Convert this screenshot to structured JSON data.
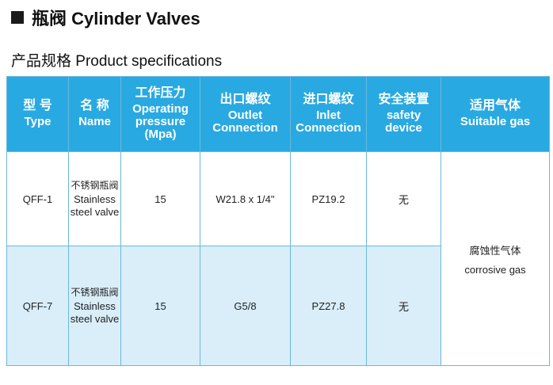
{
  "title": "瓶阀 Cylinder Valves",
  "subtitle": "产品规格 Product specifications",
  "table": {
    "headers": [
      {
        "zh": "型 号",
        "en": "Type"
      },
      {
        "zh": "名 称",
        "en": "Name"
      },
      {
        "zh": "工作压力",
        "en": "Operating pressure (Mpa)"
      },
      {
        "zh": "出口螺纹",
        "en": "Outlet Connection"
      },
      {
        "zh": "进口螺纹",
        "en": "Inlet Connection"
      },
      {
        "zh": "安全装置",
        "en": "safety device"
      },
      {
        "zh": "适用气体",
        "en": "Suitable gas"
      }
    ],
    "rows": [
      {
        "type": "QFF-1",
        "name_zh": "不锈钢瓶阀",
        "name_en": "Stainless steel valve",
        "pressure": "15",
        "outlet": "W21.8 x 1/4\"",
        "inlet": "PZ19.2",
        "safety": "无"
      },
      {
        "type": "QFF-7",
        "name_zh": "不锈钢瓶阀",
        "name_en": "Stainless steel valve",
        "pressure": "15",
        "outlet": "G5/8",
        "inlet": "PZ27.8",
        "safety": "无"
      }
    ],
    "gas": {
      "zh": "腐蚀性气体",
      "en": "corrosive gas"
    }
  },
  "colors": {
    "header_bg": "#29a9e1",
    "alt_row_bg": "#d9eef9",
    "border": "#6ab8de"
  }
}
